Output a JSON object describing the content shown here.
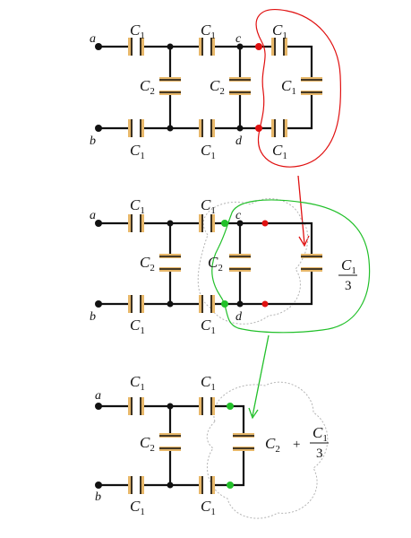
{
  "labels": {
    "c1": "C",
    "c2": "C",
    "one": "1",
    "two": "2",
    "a": "a",
    "b": "b",
    "c": "c",
    "d": "d",
    "three": "3",
    "plus": "+"
  },
  "colors": {
    "wire": "#111111",
    "plate": "#e8b86a",
    "red": "#e01010",
    "green": "#22c02a",
    "gray": "#b4b4b4"
  }
}
